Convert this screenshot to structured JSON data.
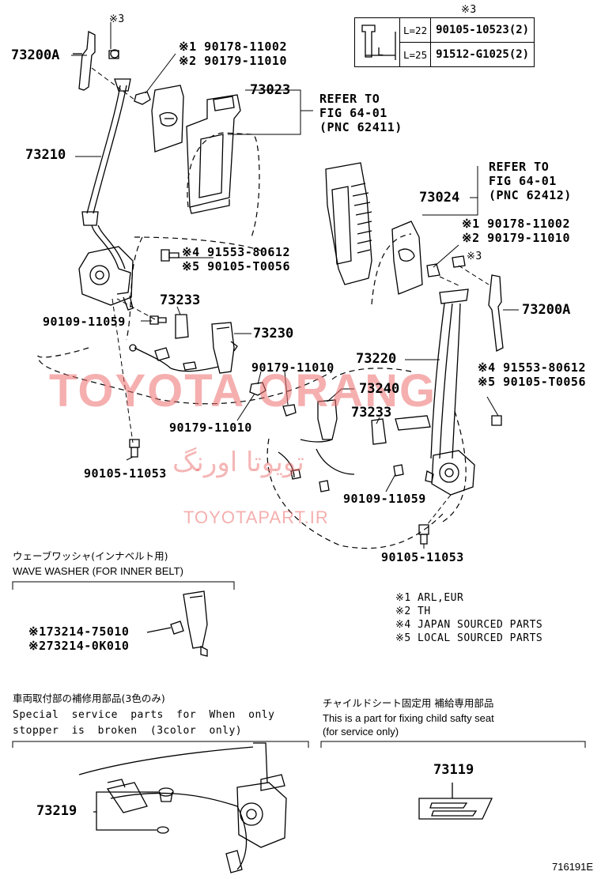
{
  "table": {
    "header": "※3",
    "rows": [
      {
        "length": "L=22",
        "part": "90105-10523(2)"
      },
      {
        "length": "L=25",
        "part": "91512-G1025(2)"
      }
    ],
    "dim_label": "L"
  },
  "labels": {
    "p73200a_left": "73200A",
    "p73200a_right": "73200A",
    "mark3_left": "※3",
    "mark3_right": "※3",
    "pair1_left_a": "※1 90178-11002",
    "pair1_left_b": "※2 90179-11010",
    "p73023": "73023",
    "refer1_a": "REFER TO",
    "refer1_b": "FIG 64-01",
    "refer1_c": "(PNC 62411)",
    "p73210": "73210",
    "refer2_a": "REFER TO",
    "refer2_b": "FIG 64-01",
    "refer2_c": "(PNC 62412)",
    "p73024": "73024",
    "pair1_right_a": "※1 90178-11002",
    "pair1_right_b": "※2 90179-11010",
    "pair4_left_a": "※4 91553-80612",
    "pair4_left_b": "※5 90105-T0056",
    "p73233_left": "73233",
    "p90109_left": "90109-11059",
    "p73230": "73230",
    "p90179_mid": "90179-11010",
    "p73220": "73220",
    "pair4_right_a": "※4 91553-80612",
    "pair4_right_b": "※5 90105-T0056",
    "p73240": "73240",
    "p90179_low": "90179-11010",
    "p73233_right": "73233",
    "p90105_left": "90105-11053",
    "p90109_right": "90109-11059",
    "p90105_right": "90105-11053"
  },
  "watermark": {
    "main": "TOYOTA ORANG",
    "persian": "تویوتا اورنگ",
    "site": "TOYOTAPART.IR"
  },
  "notes": {
    "n1": "※1 ARL,EUR",
    "n2": "※2 TH",
    "n4": "※4 JAPAN SOURCED PARTS",
    "n5": "※5 LOCAL SOURCED PARTS"
  },
  "wave_washer": {
    "jp": "ウェーブワッシャ(インナベルト用)",
    "en": "WAVE WASHER (FOR INNER BELT)",
    "part1": "※173214-75010",
    "part2": "※273214-0K010"
  },
  "stopper": {
    "jp": "車両取付部の補修用部品(3色のみ)",
    "en1": "Special service parts for When only",
    "en2": "stopper is broken (3color only)",
    "part": "73219"
  },
  "child_seat": {
    "jp": "チャイルドシート固定用 補給専用部品",
    "en1": "This is a part for fixing child safty seat",
    "en2": "(for service only)",
    "part": "73119"
  },
  "figure_id": "716191E"
}
